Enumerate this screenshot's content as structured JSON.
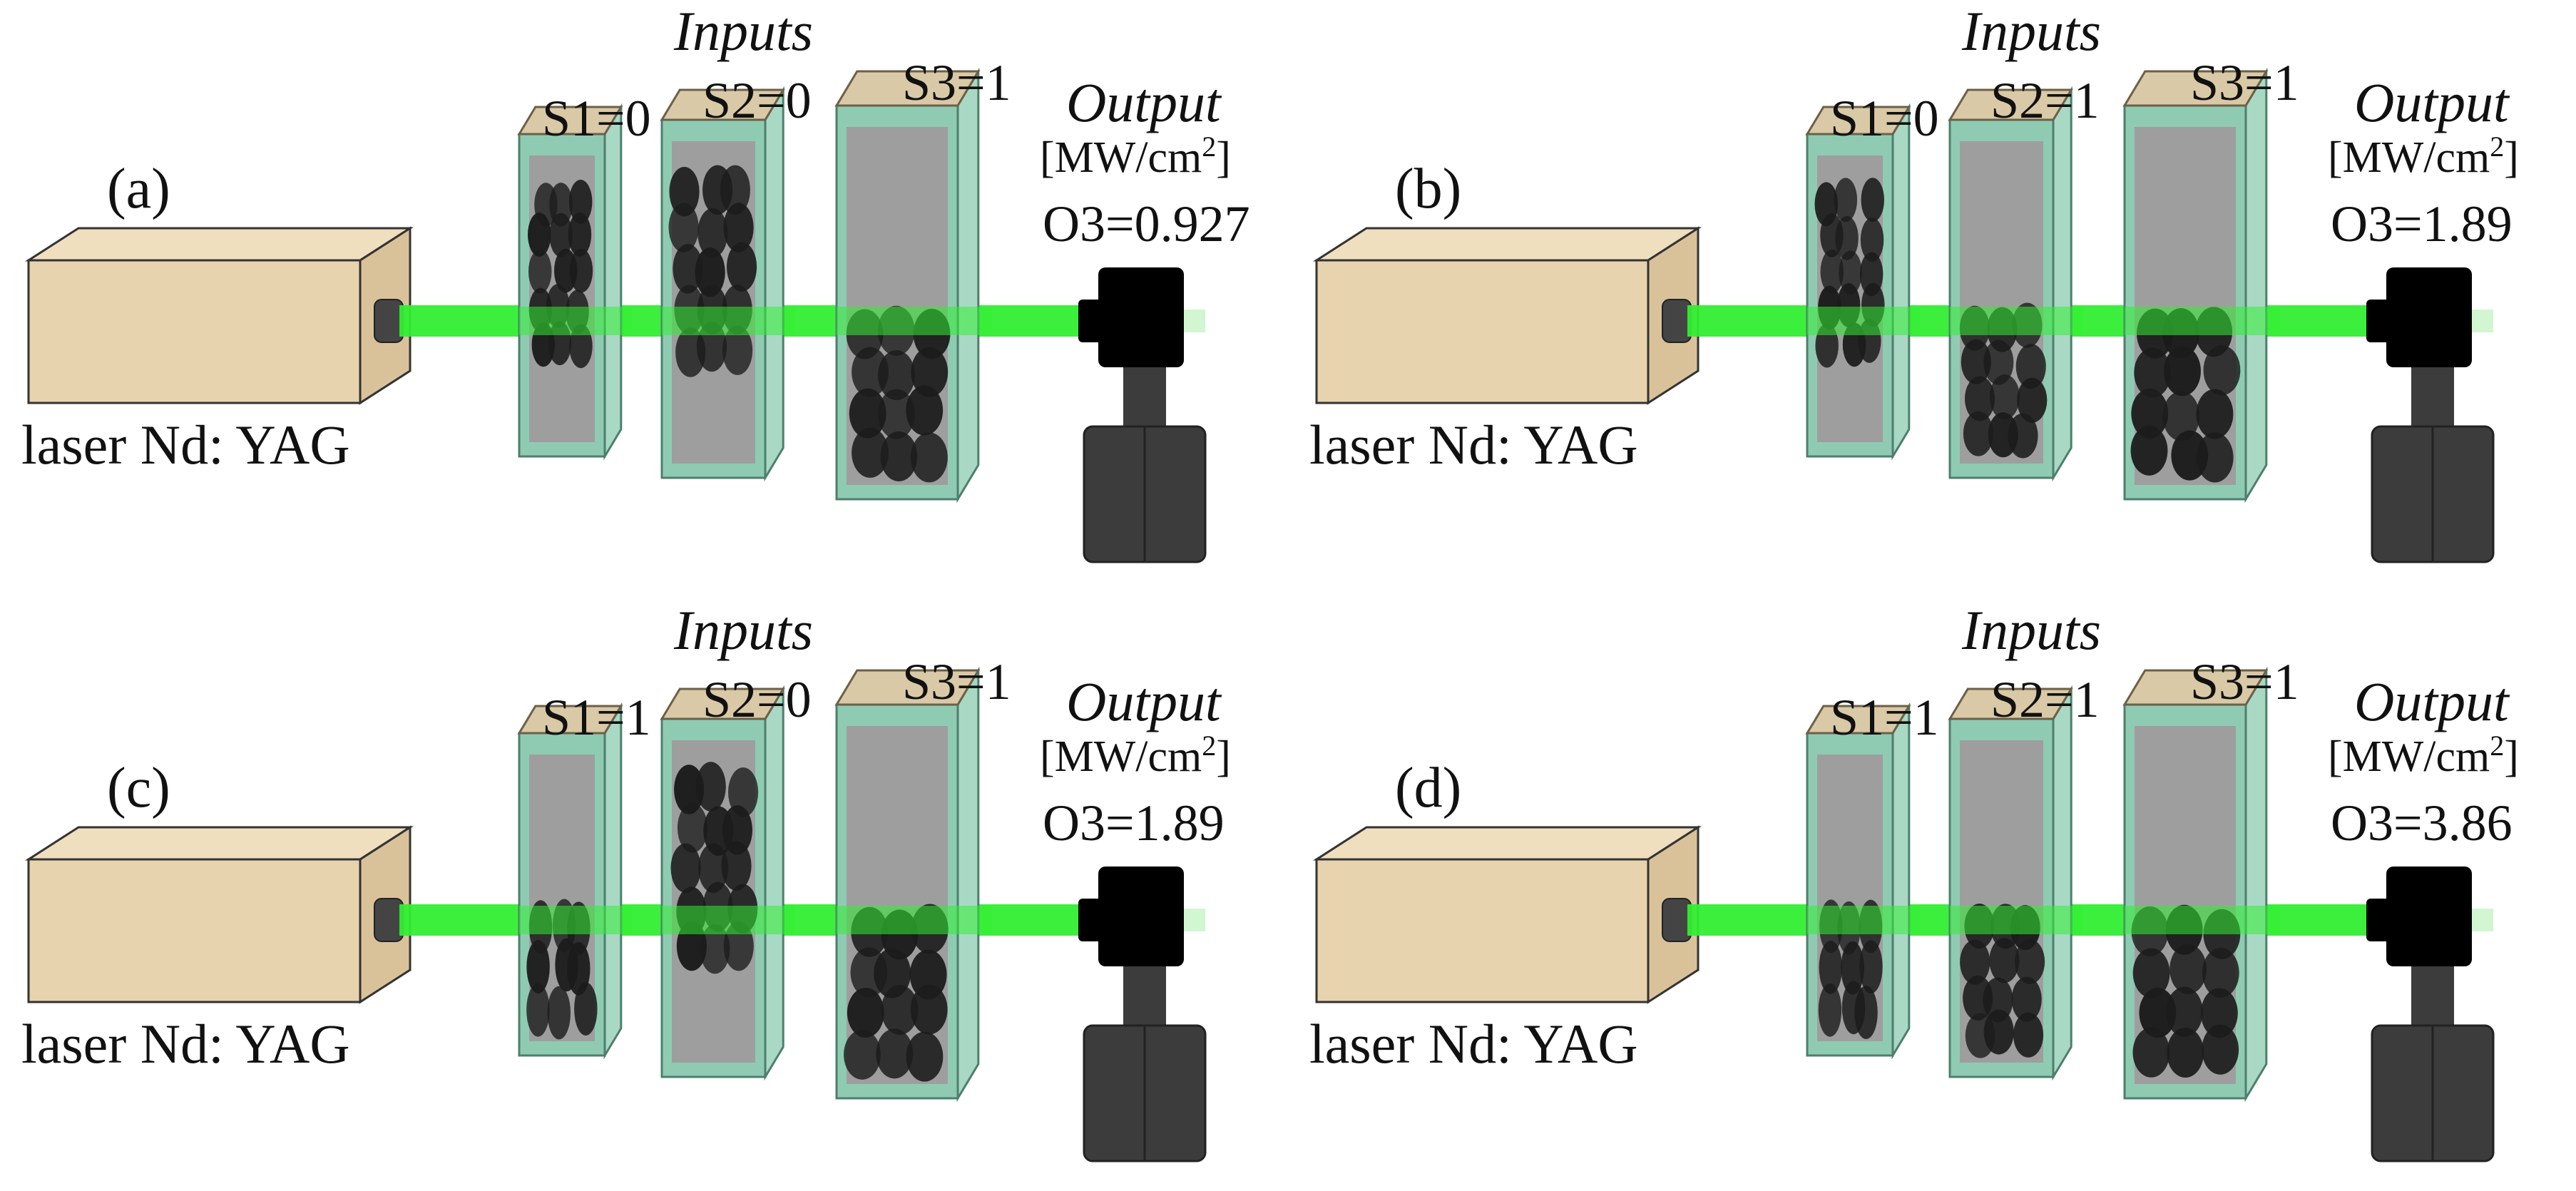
{
  "colors": {
    "laser_body": "#e7d3ae",
    "laser_outline": "#333333",
    "beam": "#33ee33",
    "cuvette_frame": "#8fcbb3",
    "cuvette_cap": "#d9c9a6",
    "liquid": "#9e9e9e",
    "aggregate": "#1c1c1c",
    "detector": "#000000",
    "detector_stand": "#3c3c3c"
  },
  "panels": [
    {
      "label": "(a)",
      "laser": "laser Nd: YAG",
      "inputs_title": "Inputs",
      "inputs": [
        {
          "label": "S1=0",
          "state": 0
        },
        {
          "label": "S2=0",
          "state": 0
        },
        {
          "label": "S3=1",
          "state": 1
        }
      ],
      "output_title": "Output",
      "output_unit": "[MW/cm",
      "output_unit_exp": "2",
      "output_unit_close": "]",
      "output_value": "O3=0.927"
    },
    {
      "label": "(b)",
      "laser": "laser Nd: YAG",
      "inputs_title": "Inputs",
      "inputs": [
        {
          "label": "S1=0",
          "state": 0
        },
        {
          "label": "S2=1",
          "state": 1
        },
        {
          "label": "S3=1",
          "state": 1
        }
      ],
      "output_title": "Output",
      "output_unit": "[MW/cm",
      "output_unit_exp": "2",
      "output_unit_close": "]",
      "output_value": "O3=1.89"
    },
    {
      "label": "(c)",
      "laser": "laser Nd: YAG",
      "inputs_title": "Inputs",
      "inputs": [
        {
          "label": "S1=1",
          "state": 1
        },
        {
          "label": "S2=0",
          "state": 0
        },
        {
          "label": "S3=1",
          "state": 1
        }
      ],
      "output_title": "Output",
      "output_unit": "[MW/cm",
      "output_unit_exp": "2",
      "output_unit_close": "]",
      "output_value": "O3=1.89"
    },
    {
      "label": "(d)",
      "laser": "laser Nd: YAG",
      "inputs_title": "Inputs",
      "inputs": [
        {
          "label": "S1=1",
          "state": 1
        },
        {
          "label": "S2=1",
          "state": 1
        },
        {
          "label": "S3=1",
          "state": 1
        }
      ],
      "output_title": "Output",
      "output_unit": "[MW/cm",
      "output_unit_exp": "2",
      "output_unit_close": "]",
      "output_value": "O3=3.86"
    }
  ]
}
